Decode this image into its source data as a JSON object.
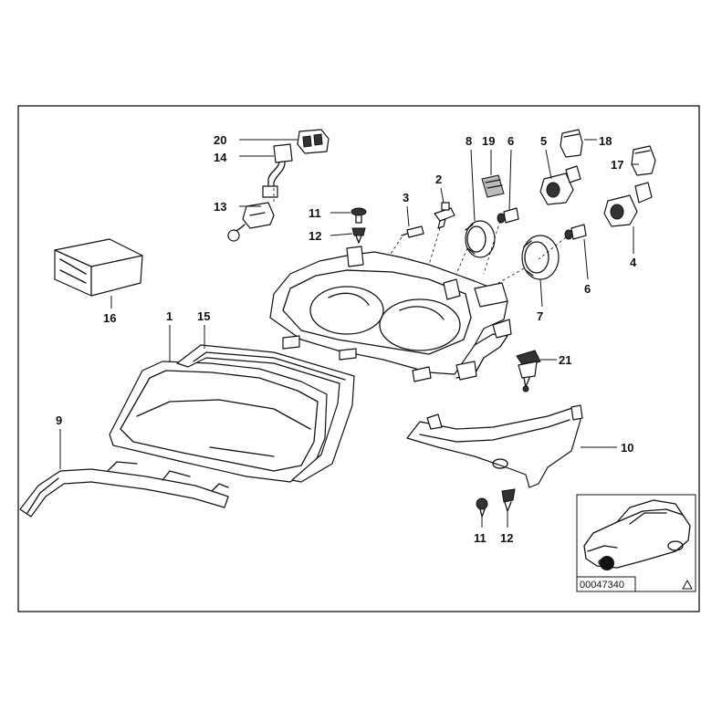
{
  "callouts": [
    {
      "id": "c20",
      "text": "20"
    },
    {
      "id": "c14",
      "text": "14"
    },
    {
      "id": "c13",
      "text": "13"
    },
    {
      "id": "c11a",
      "text": "11"
    },
    {
      "id": "c12a",
      "text": "12"
    },
    {
      "id": "c3",
      "text": "3"
    },
    {
      "id": "c2",
      "text": "2"
    },
    {
      "id": "c8",
      "text": "8"
    },
    {
      "id": "c19",
      "text": "19"
    },
    {
      "id": "c6a",
      "text": "6"
    },
    {
      "id": "c5",
      "text": "5"
    },
    {
      "id": "c18",
      "text": "18"
    },
    {
      "id": "c17",
      "text": "17"
    },
    {
      "id": "c4",
      "text": "4"
    },
    {
      "id": "c6b",
      "text": "6"
    },
    {
      "id": "c7",
      "text": "7"
    },
    {
      "id": "c16",
      "text": "16"
    },
    {
      "id": "c1",
      "text": "1"
    },
    {
      "id": "c15",
      "text": "15"
    },
    {
      "id": "c21",
      "text": "21"
    },
    {
      "id": "c9",
      "text": "9"
    },
    {
      "id": "c10",
      "text": "10"
    },
    {
      "id": "c11b",
      "text": "11"
    },
    {
      "id": "c12b",
      "text": "12"
    }
  ],
  "thumbnail": {
    "code": "00047340",
    "marker_icon": "warning-triangle-icon"
  }
}
